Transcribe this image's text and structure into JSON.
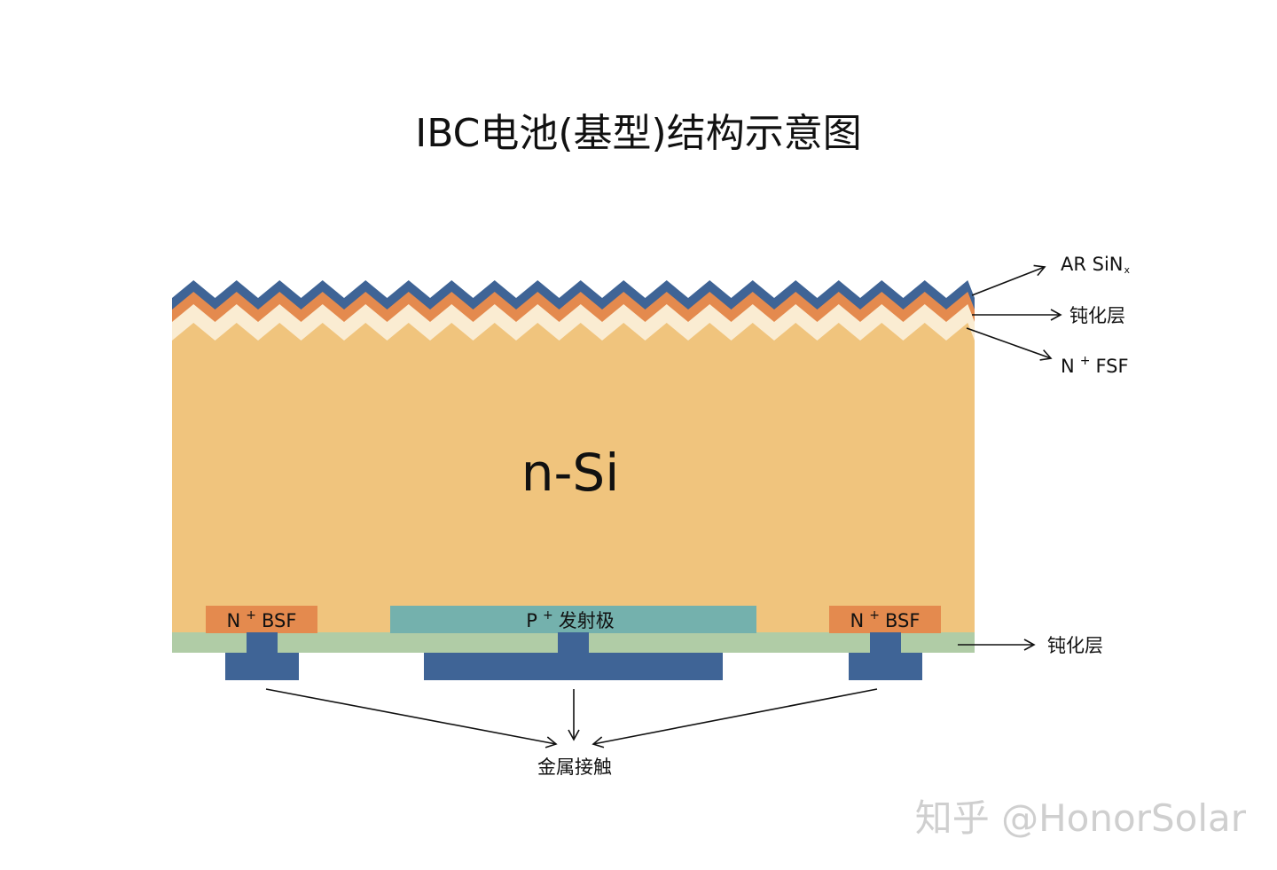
{
  "title": "IBC电池(基型)结构示意图",
  "bulk_label": "n-Si",
  "labels": {
    "ar_main": "AR SiN",
    "ar_sub": "x",
    "passivation_top": "钝化层",
    "fsf_n": "N",
    "fsf_plus": "+",
    "fsf_rest": "FSF",
    "passivation_bottom": "钝化层",
    "metal_contact": "金属接触",
    "bsf_left_n": "N",
    "bsf_left_plus": "+",
    "bsf_left_rest": "BSF",
    "emitter_p": "P",
    "emitter_plus": "+",
    "emitter_rest": "发射极",
    "bsf_right_n": "N",
    "bsf_right_plus": "+",
    "bsf_right_rest": "BSF"
  },
  "watermark": "知乎 @HonorSolar",
  "colors": {
    "bulk": "#f0c47d",
    "ar_sin": "#3f6496",
    "passivation_top": "#e48a4e",
    "fsf": "#faecd2",
    "bsf": "#e48a4e",
    "emitter": "#74b1ad",
    "passivation_bottom": "#b0cca6",
    "metal": "#3f6496"
  }
}
